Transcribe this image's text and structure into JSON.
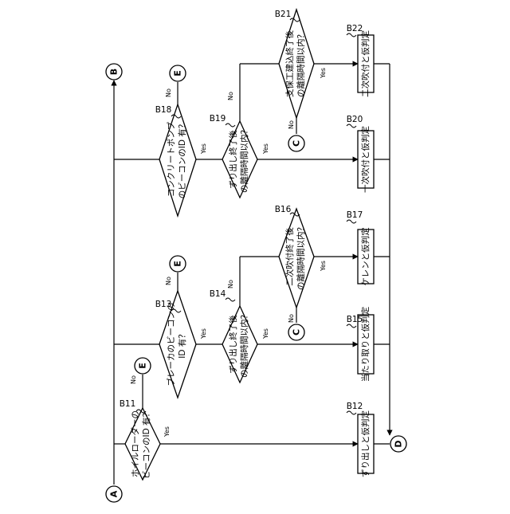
{
  "connectors": {
    "A": "A",
    "B": "B",
    "C": "C",
    "D": "D",
    "E": "E"
  },
  "steps": {
    "B11": {
      "id": "B11",
      "lines": [
        "ホイルローダーの",
        "ビーコンのID 有？"
      ]
    },
    "B12": {
      "id": "B12",
      "lines": [
        "ずり出しと仮判定"
      ]
    },
    "B13": {
      "id": "B13",
      "lines": [
        "ブレーカのビーコンの",
        "ID 有？"
      ]
    },
    "B14": {
      "id": "B14",
      "lines": [
        "ずり出し終了後",
        "の離隔時間以内？"
      ]
    },
    "B15": {
      "id": "B15",
      "lines": [
        "当たり取りと仮判定"
      ]
    },
    "B16": {
      "id": "B16",
      "lines": [
        "二次吹付終了後",
        "の離隔時間以内？"
      ]
    },
    "B17": {
      "id": "B17",
      "lines": [
        "ケレンと仮判定"
      ]
    },
    "B18": {
      "id": "B18",
      "lines": [
        "コンクリートポンプ",
        "のビーコンのID 有？"
      ]
    },
    "B19": {
      "id": "B19",
      "lines": [
        "ずり出し終了後",
        "の離隔時間以内？"
      ]
    },
    "B20": {
      "id": "B20",
      "lines": [
        "一次吹付と仮判定"
      ]
    },
    "B21": {
      "id": "B21",
      "lines": [
        "支保工建込終了後",
        "の離隔時間以内？"
      ]
    },
    "B22": {
      "id": "B22",
      "lines": [
        "二次吹付と仮判定"
      ]
    }
  },
  "branch": {
    "yes": "Yes",
    "no": "No"
  }
}
